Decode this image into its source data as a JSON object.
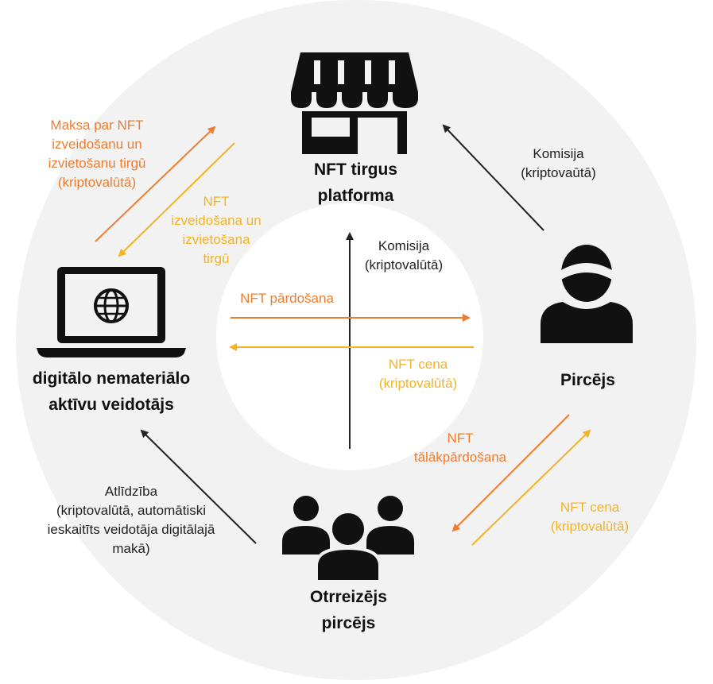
{
  "colors": {
    "ring": "#f2f2f2",
    "center": "#ffffff",
    "icon": "#111111",
    "orange": "#ed7d31",
    "yellow": "#f5b323",
    "black": "#222222"
  },
  "nodes": {
    "platform": {
      "label": "NFT tirgus\nplatforma",
      "icon": "storefront-icon"
    },
    "creator": {
      "label": "digitālo nemateriālo\naktīvu veidotājs",
      "icon": "laptop-globe-icon"
    },
    "buyer": {
      "label": "Pircējs",
      "icon": "person-icon"
    },
    "resale_buyer": {
      "label": "Otrreizējs\npircējs",
      "icon": "group-icon"
    }
  },
  "flows": {
    "creator_fee": "Maksa par NFT\nizveidošanu un\nizvietošanu tirgū\n(kriptovalūtā)",
    "platform_listing": "NFT\nizveidošana un\nizvietošana\ntirgū",
    "buyer_commission": "Komisija\n(kriptovaūtā)",
    "center_commission": "Komisija\n(kriptovalūtā)",
    "center_sale": "NFT pārdošana",
    "center_price": "NFT cena\n(kriptovalūtā)",
    "resale": "NFT\ntālākpārdošana",
    "resale_price": "NFT cena\n(kriptovalūtā)",
    "royalty": "Atlīdzība\n(kriptovalūtā, automātiski\nieskaitīts veidotāja digitālajā\nmakā)"
  }
}
